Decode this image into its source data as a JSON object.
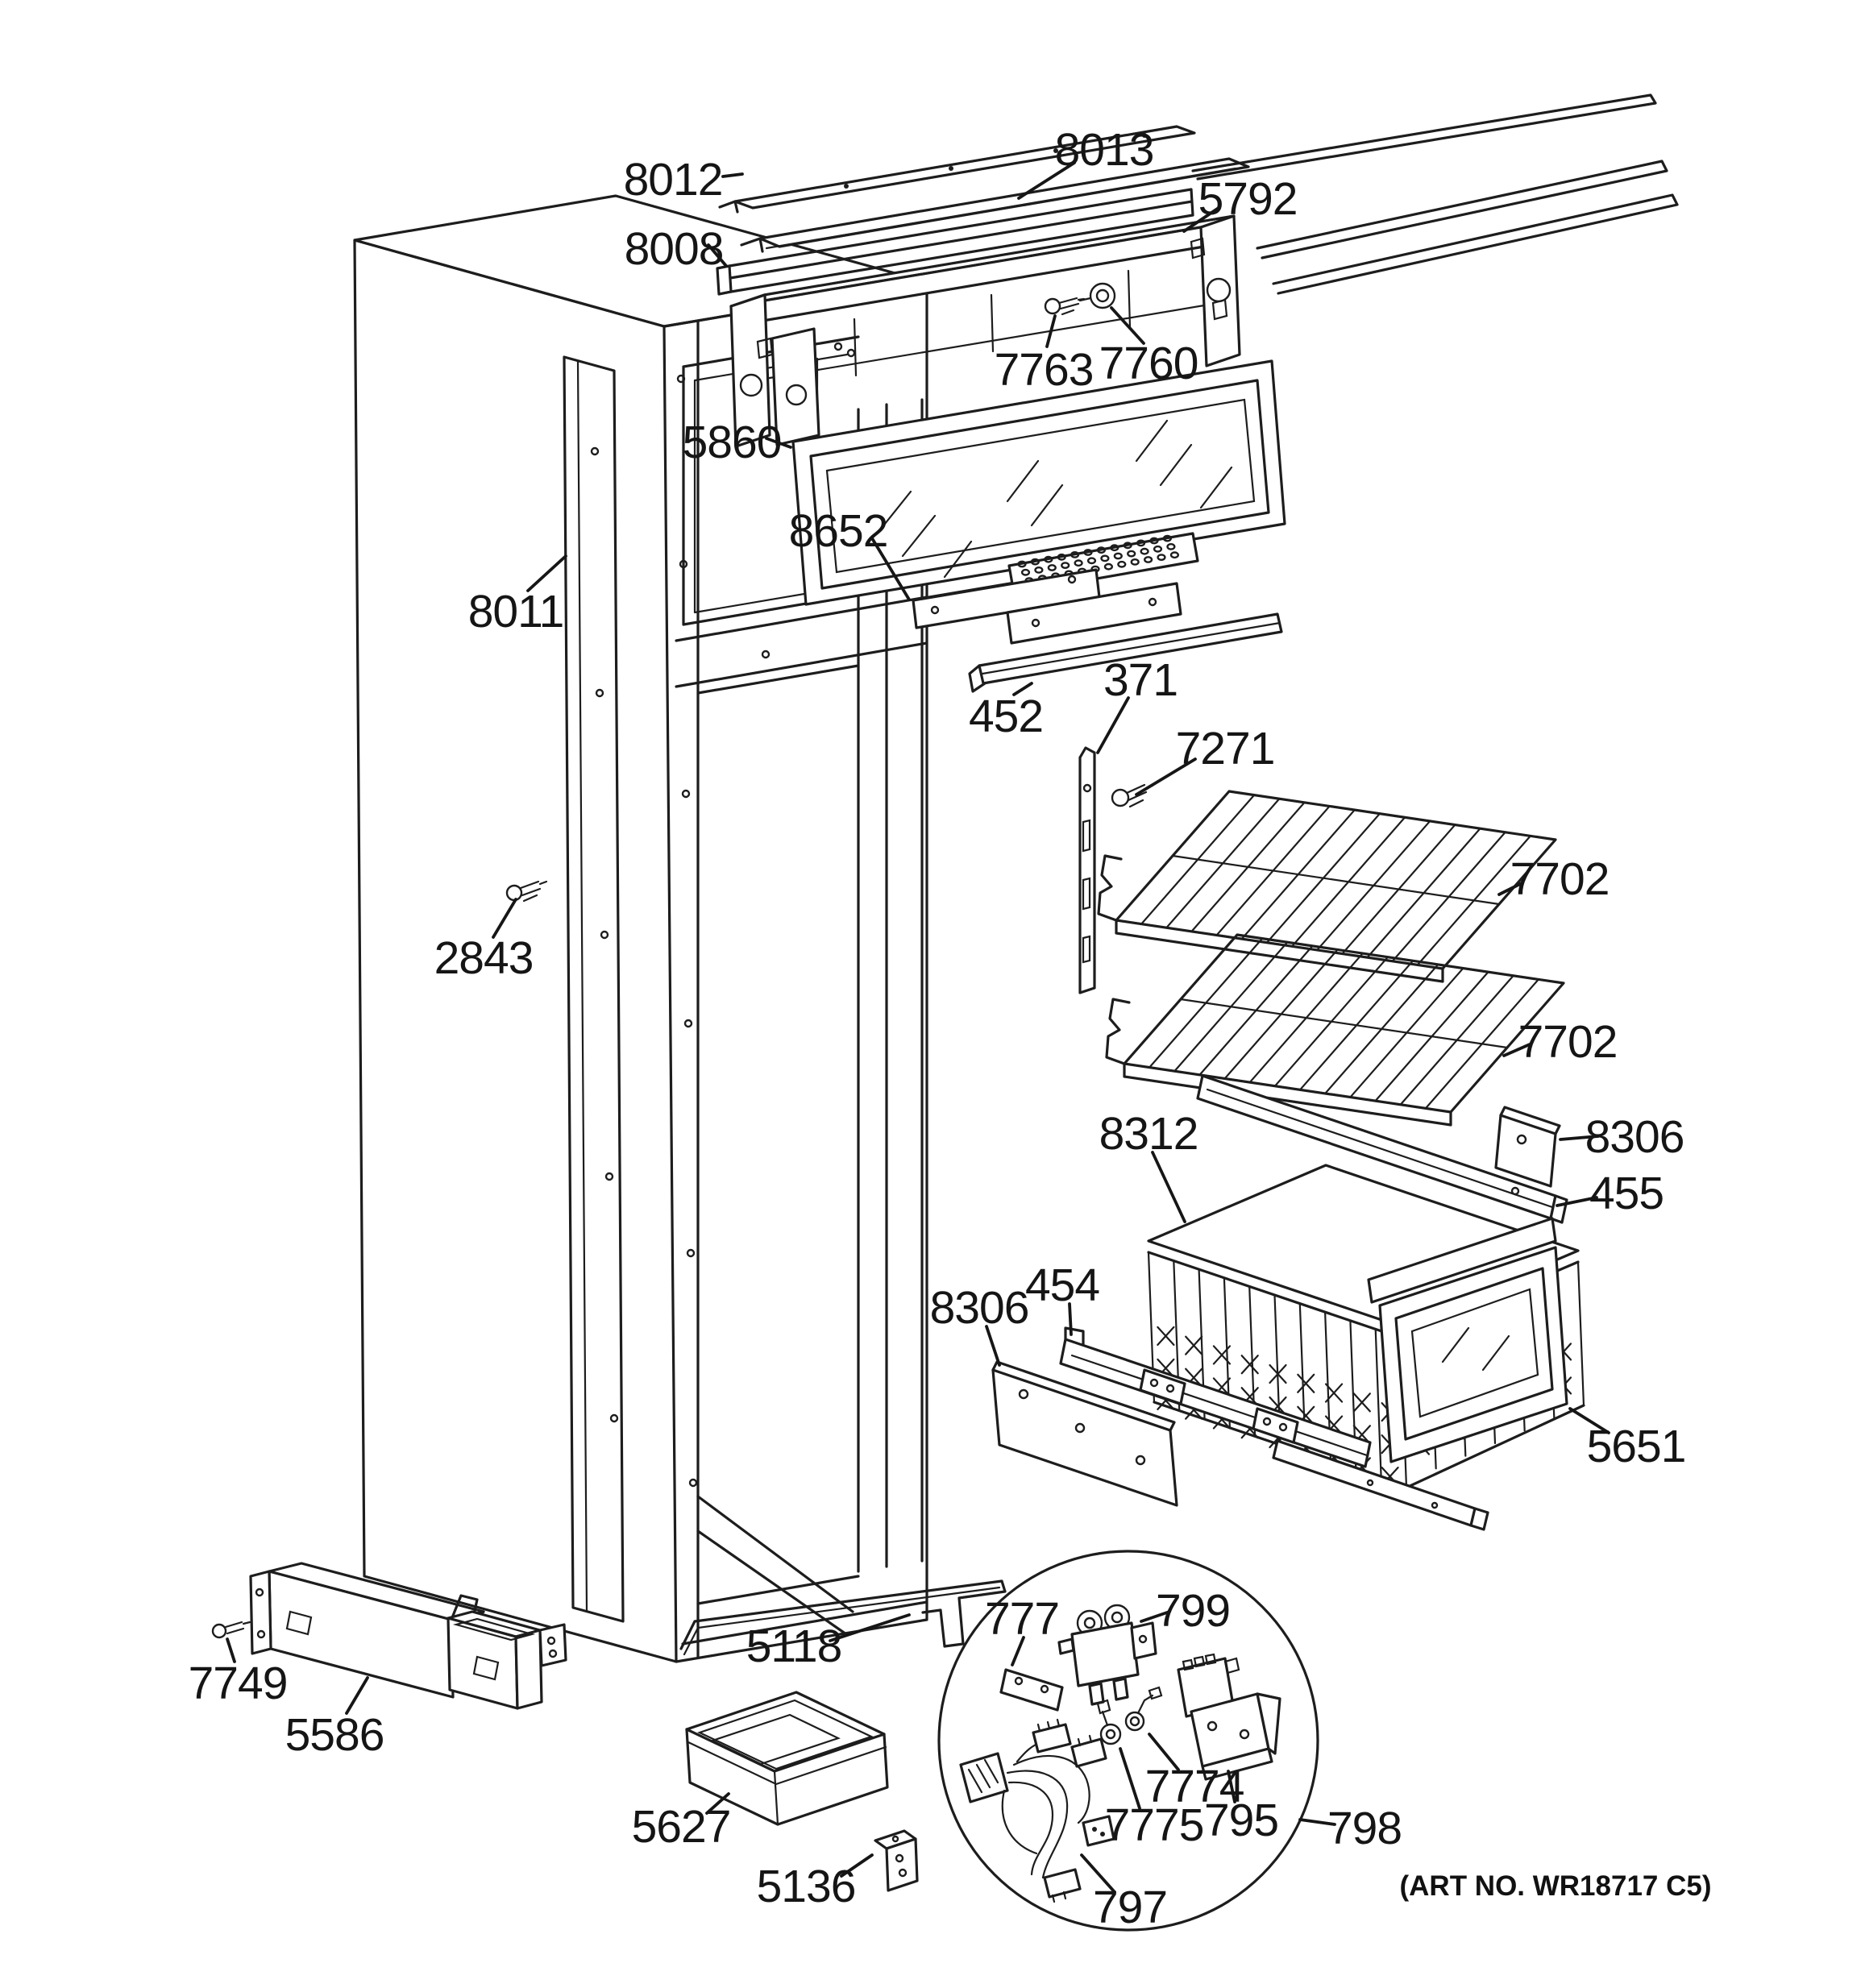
{
  "doc": {
    "kind": "exploded-parts-diagram",
    "art_no": "(ART NO. WR18717 C5)"
  },
  "colors": {
    "ink": "#1d1d1d",
    "paper": "#ffffff"
  },
  "labels": [
    {
      "id": "8012",
      "text": "8012"
    },
    {
      "id": "8013",
      "text": "8013"
    },
    {
      "id": "8008",
      "text": "8008"
    },
    {
      "id": "5792",
      "text": "5792"
    },
    {
      "id": "7763",
      "text": "7763"
    },
    {
      "id": "7760",
      "text": "7760"
    },
    {
      "id": "5860",
      "text": "5860"
    },
    {
      "id": "8652",
      "text": "8652"
    },
    {
      "id": "452",
      "text": "452"
    },
    {
      "id": "8011",
      "text": "8011"
    },
    {
      "id": "371",
      "text": "371"
    },
    {
      "id": "7271",
      "text": "7271"
    },
    {
      "id": "2843",
      "text": "2843"
    },
    {
      "id": "7702",
      "text": "7702"
    },
    {
      "id": "7702",
      "text": "7702"
    },
    {
      "id": "8312",
      "text": "8312"
    },
    {
      "id": "8306",
      "text": "8306"
    },
    {
      "id": "455",
      "text": "455"
    },
    {
      "id": "8306",
      "text": "8306"
    },
    {
      "id": "454",
      "text": "454"
    },
    {
      "id": "5651",
      "text": "5651"
    },
    {
      "id": "5118",
      "text": "5118"
    },
    {
      "id": "7749",
      "text": "7749"
    },
    {
      "id": "5586",
      "text": "5586"
    },
    {
      "id": "5627",
      "text": "5627"
    },
    {
      "id": "5136",
      "text": "5136"
    },
    {
      "id": "777",
      "text": "777"
    },
    {
      "id": "799",
      "text": "799"
    },
    {
      "id": "7774",
      "text": "7774"
    },
    {
      "id": "7775",
      "text": "7775"
    },
    {
      "id": "795",
      "text": "795"
    },
    {
      "id": "798",
      "text": "798"
    },
    {
      "id": "797",
      "text": "797"
    }
  ]
}
